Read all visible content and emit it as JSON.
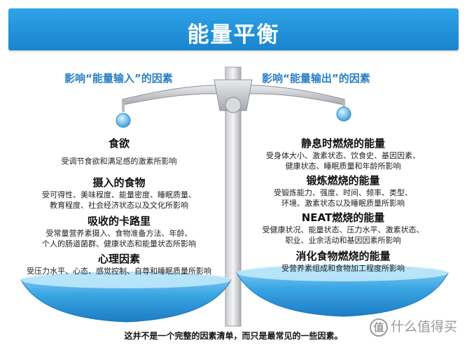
{
  "title": "能量平衡",
  "left": {
    "subtitle": "影响“能量输入”的因素",
    "factors": [
      {
        "heading": "食欲",
        "lines": [
          "受调节食欲和满足感的激素所影响"
        ]
      },
      {
        "heading": "摄入的食物",
        "lines": [
          "受可得性、美味程度、能量密度、睡眠质量、",
          "教育程度、社会经济状态以及文化所影响"
        ]
      },
      {
        "heading": "吸收的卡路里",
        "lines": [
          "受常量营养素摄入、食物准备方法、年龄、",
          "个人的肠道菌群、健康状态和能量状态所影响"
        ]
      },
      {
        "heading": "心理因素",
        "lines": [
          "受压力水平、心态、感觉控制、自尊和睡眠质量所影响"
        ]
      }
    ]
  },
  "right": {
    "subtitle": "影响“能量输出”的因素",
    "factors": [
      {
        "heading": "静息时燃烧的能量",
        "lines": [
          "受身体大小、激素状态、饮食史、基因因素、",
          "健康状态、睡眠质量和年龄所影响"
        ]
      },
      {
        "heading": "锻炼燃烧的能量",
        "lines": [
          "受锻炼能力、强度、时间、频率、类型、",
          "环境、激素状态以及睡眠质量所影响"
        ]
      },
      {
        "heading": "NEAT燃烧的能量",
        "lines": [
          "受健康状况、能量状态、压力水平、激素状态、",
          "职业、业余活动和基因因素所影响"
        ]
      },
      {
        "heading": "消化食物燃烧的能量",
        "lines": [
          "受营养素组成和食物加工程度所影响"
        ]
      }
    ]
  },
  "footer": "这并不是一个完整的因素清单，而只是最常见的一些因素。",
  "watermark": {
    "icon": "值",
    "text": "什么值得买"
  },
  "colors": {
    "banner": "#1f8fd9",
    "subtitle": "#2a7fc4",
    "pan": "#4fb5ea"
  }
}
